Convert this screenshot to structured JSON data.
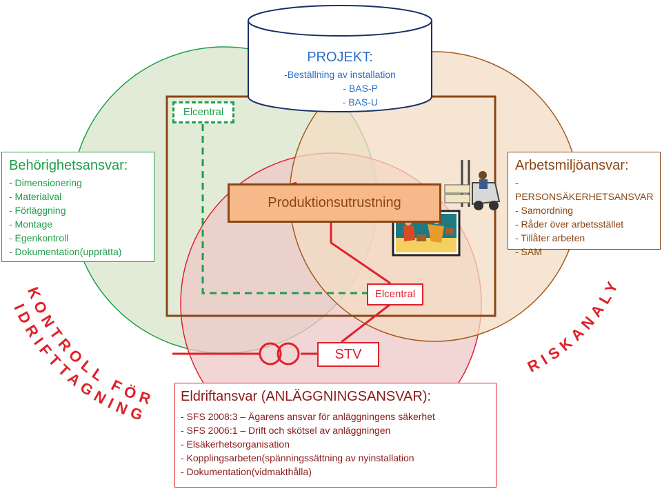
{
  "project": {
    "title": "PROJEKT:",
    "lines": [
      "-Beställning av installation",
      "- BAS-P",
      "- BAS-U"
    ]
  },
  "elcentral_top": "Elcentral",
  "elcentral_mid": "Elcentral",
  "produktion": "Produktionsutrustning",
  "stv": "STV",
  "behorighet": {
    "title": "Behörighetsansvar:",
    "lines": [
      "- Dimensionering",
      "- Materialval",
      "- Förläggning",
      "- Montage",
      "- Egenkontroll",
      "- Dokumentation(upprätta)"
    ]
  },
  "arbetsmiljo": {
    "title": "Arbetsmiljöansvar:",
    "lines": [
      "- PERSONSÄKERHETSANSVAR",
      "- Samordning",
      "- Råder över arbetsstället",
      "- Tillåter arbeten",
      "- SAM"
    ]
  },
  "eldrift": {
    "title": "Eldriftansvar (ANLÄGGNINGSANSVAR):",
    "lines": [
      "- SFS 2008:3 – Ägarens ansvar för anläggningens säkerhet",
      "- SFS 2006:1 – Drift och skötsel av anläggningen",
      "- Elsäkerhetsorganisation",
      "- Kopplingsarbeten(spänningssättning av nyinstallation",
      "- Dokumentation(vidmakthålla)"
    ]
  },
  "arc_left_1": "KONTROLL FÖRE",
  "arc_left_2": "IDRIFTTAGNING",
  "arc_right": "RISKANALYS",
  "colors": {
    "green": "#1e9e4a",
    "brown": "#8b4513",
    "red": "#e0202a",
    "blue": "#2a6fc9",
    "orange_fill": "#f8b98a"
  }
}
